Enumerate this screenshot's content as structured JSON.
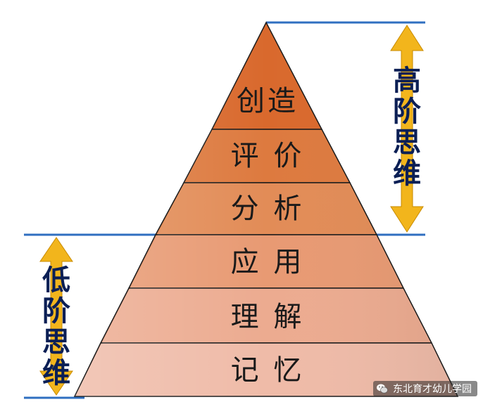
{
  "levels": [
    {
      "label": "创造",
      "tier": "high",
      "color": "#d9692d"
    },
    {
      "label": "评 价",
      "tier": "high",
      "color": "#dd7a3f"
    },
    {
      "label": "分 析",
      "tier": "high",
      "color": "#e28c57"
    },
    {
      "label": "应  用",
      "tier": "low",
      "color": "#e89a73"
    },
    {
      "label": "理    解",
      "tier": "low",
      "color": "#ecab90"
    },
    {
      "label": "记    忆",
      "tier": "low",
      "color": "#efbba8"
    }
  ],
  "higher_order": {
    "label": [
      "高",
      "阶",
      "思",
      "维"
    ]
  },
  "lower_order": {
    "label": [
      "低",
      "阶",
      "思",
      "维"
    ]
  },
  "colors": {
    "divider_line": "#2f6fc0",
    "arrow_fill": "#f2b51c",
    "arrow_stroke": "#c88a00",
    "edge": "#1a1a1a"
  },
  "watermark": {
    "text": "东北育才幼儿学园",
    "icon": "wechat-icon"
  }
}
